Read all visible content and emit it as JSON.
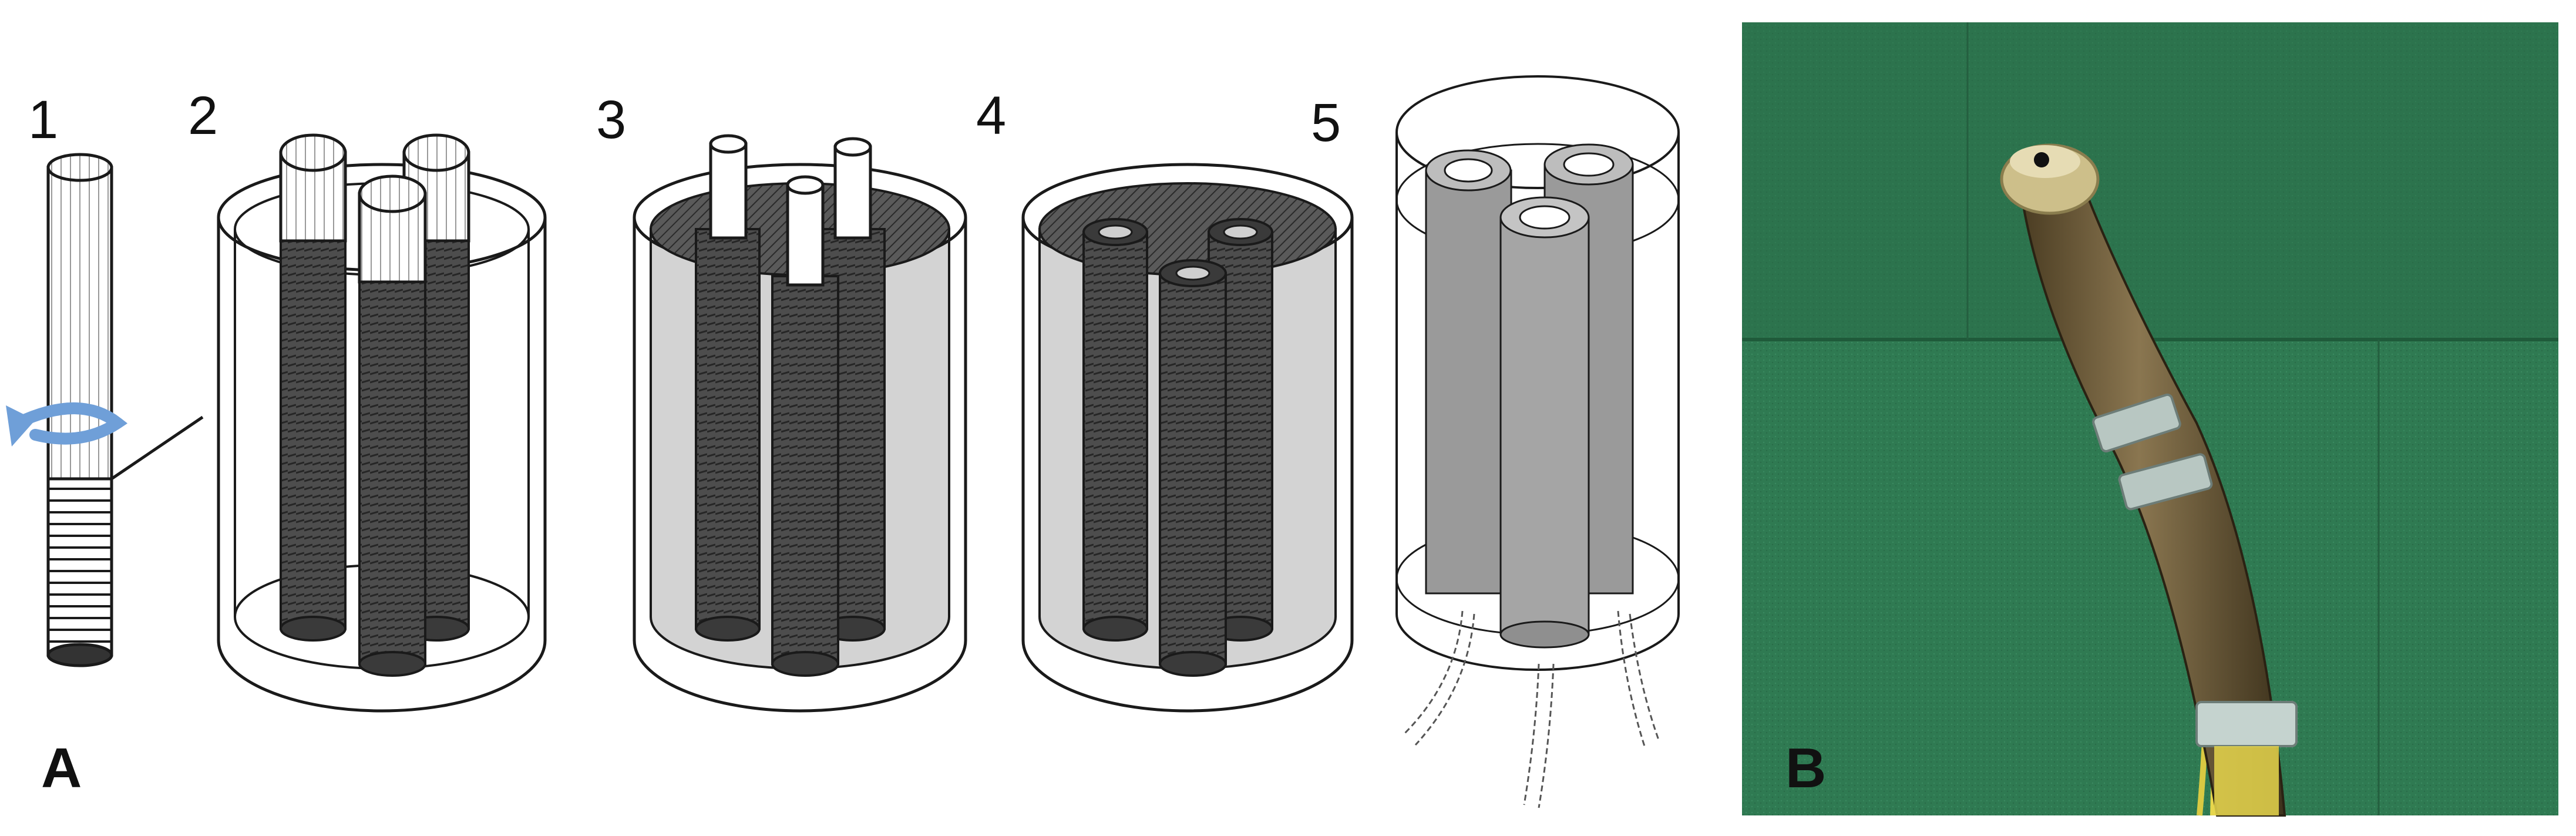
{
  "panels": {
    "a": {
      "label": "A"
    },
    "b": {
      "label": "B"
    }
  },
  "steps": [
    {
      "number": "1"
    },
    {
      "number": "2"
    },
    {
      "number": "3"
    },
    {
      "number": "4"
    },
    {
      "number": "5"
    }
  ],
  "colors": {
    "outline": "#1a1a1a",
    "coil_fill": "#4d4d4d",
    "silicone_fill": "#d3d3d3",
    "rotation_arrow": "#6f9fd8",
    "photo_background": "#2f7a52",
    "robot_body": "#6b5a38",
    "robot_tip": "#cdbf8a",
    "tube_yellow": "#e6d64c"
  },
  "icons": {
    "rotation": "curved-arrow-icon"
  }
}
